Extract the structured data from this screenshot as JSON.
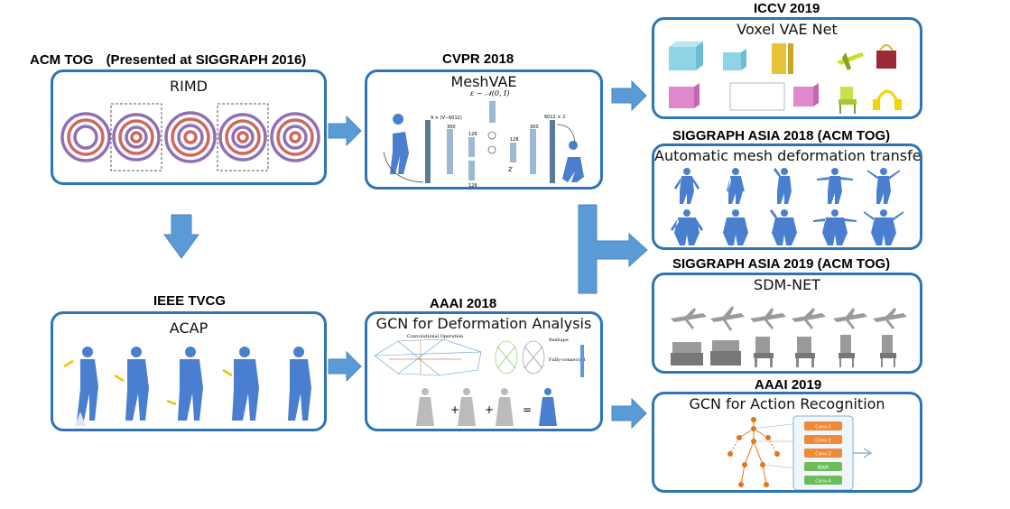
{
  "colors": {
    "border": "#2e75b6",
    "arrow": "#5b9bd5",
    "figure": "#4a7fd0"
  },
  "nodes": {
    "rimd": {
      "venue": "ACM TOG",
      "venue_note": "(Presented at SIGGRAPH 2016)",
      "title": "RIMD"
    },
    "meshvae": {
      "venue": "CVPR 2018",
      "title": "MeshVAE"
    },
    "acap": {
      "venue": "IEEE TVCG",
      "title": "ACAP"
    },
    "gcn_def": {
      "venue": "AAAI 2018",
      "title": "GCN for Deformation Analysis"
    },
    "voxel": {
      "venue": "ICCV 2019",
      "title": "Voxel VAE Net"
    },
    "transfer": {
      "venue": "SIGGRAPH ASIA 2018 (ACM TOG)",
      "title": "Automatic mesh deformation transfer"
    },
    "sdm": {
      "venue": "SIGGRAPH ASIA 2019 (ACM TOG)",
      "title": "SDM-NET"
    },
    "gcn_act": {
      "venue": "AAAI 2019",
      "title": "GCN for Action Recognition"
    }
  },
  "meshvae_fig": {
    "formula": "ε ~ 𝒩(0, I)",
    "dim_top": "9 × (V−6012)",
    "dim_out": "6012 × 2",
    "n300a": "300",
    "n128a": "128",
    "n128b": "128",
    "n128c": "128",
    "n300b": "300",
    "z": "z"
  },
  "gcn_def_fig": {
    "conv_label": "Convolutional Operation",
    "reshape_label": "Reshape",
    "fc_label": "Fully-connected",
    "plus": "+",
    "equals": "="
  },
  "gcn_act_fig": {
    "layers": [
      "Conv-1",
      "Conv-2",
      "Conv-3",
      "WAM",
      "Conv-4"
    ]
  }
}
